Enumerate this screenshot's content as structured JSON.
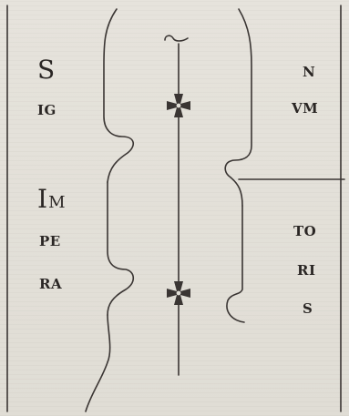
{
  "left_column": {
    "first_initial": "S",
    "line_ig": "IG",
    "second_initial": "I",
    "second_rest": "M",
    "line_pe": "PE",
    "line_ra": "RA"
  },
  "right_column": {
    "line_n": "N",
    "line_vm": "VM",
    "line_to": "TO",
    "line_ri": "RI",
    "line_s": "S"
  },
  "symbols": {
    "top_cross_icon": "cross-pattee-icon",
    "bottom_cross_icon": "cross-pattee-icon",
    "top_flourish_icon": "tilde-flourish-icon"
  },
  "colors": {
    "paper": "#e3e0d8",
    "ink": "#2a2624"
  }
}
